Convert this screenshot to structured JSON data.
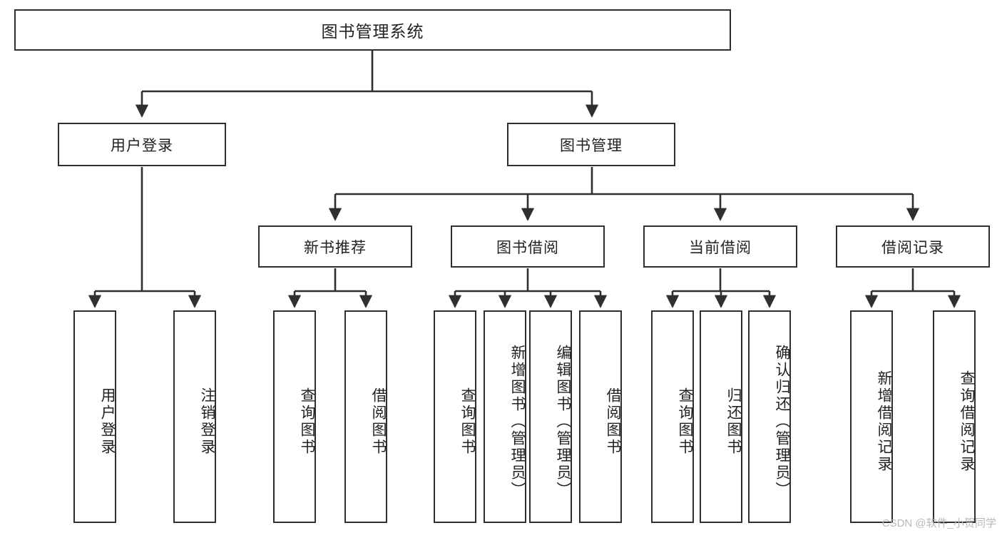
{
  "diagram": {
    "type": "tree-hierarchy",
    "title": "图书管理系统",
    "watermark": "CSDN @软件_小贺同学",
    "colors": {
      "border": "#2f2f2f",
      "background": "#ffffff",
      "text": "#222222",
      "watermark": "#b9b9b9"
    },
    "nodes": {
      "root": "图书管理系统",
      "l2": {
        "user_login": "用户登录",
        "book_manage": "图书管理"
      },
      "l3": {
        "new_book_rec": "新书推荐",
        "book_borrow": "图书借阅",
        "current_borrow": "当前借阅",
        "borrow_record": "借阅记录"
      },
      "leaves": {
        "user_login_1": "用户登录",
        "user_login_2": "注销登录",
        "new_book_rec_1": "查询图书",
        "new_book_rec_2": "借阅图书",
        "book_borrow_1": "查询图书",
        "book_borrow_2": "新增图书（管理员）",
        "book_borrow_3": "编辑图书（管理员）",
        "book_borrow_4": "借阅图书",
        "current_borrow_1": "查询图书",
        "current_borrow_2": "归还图书",
        "current_borrow_3": "确认归还（管理员）",
        "borrow_record_1": "新增借阅记录",
        "borrow_record_2": "查询借阅记录"
      }
    }
  }
}
